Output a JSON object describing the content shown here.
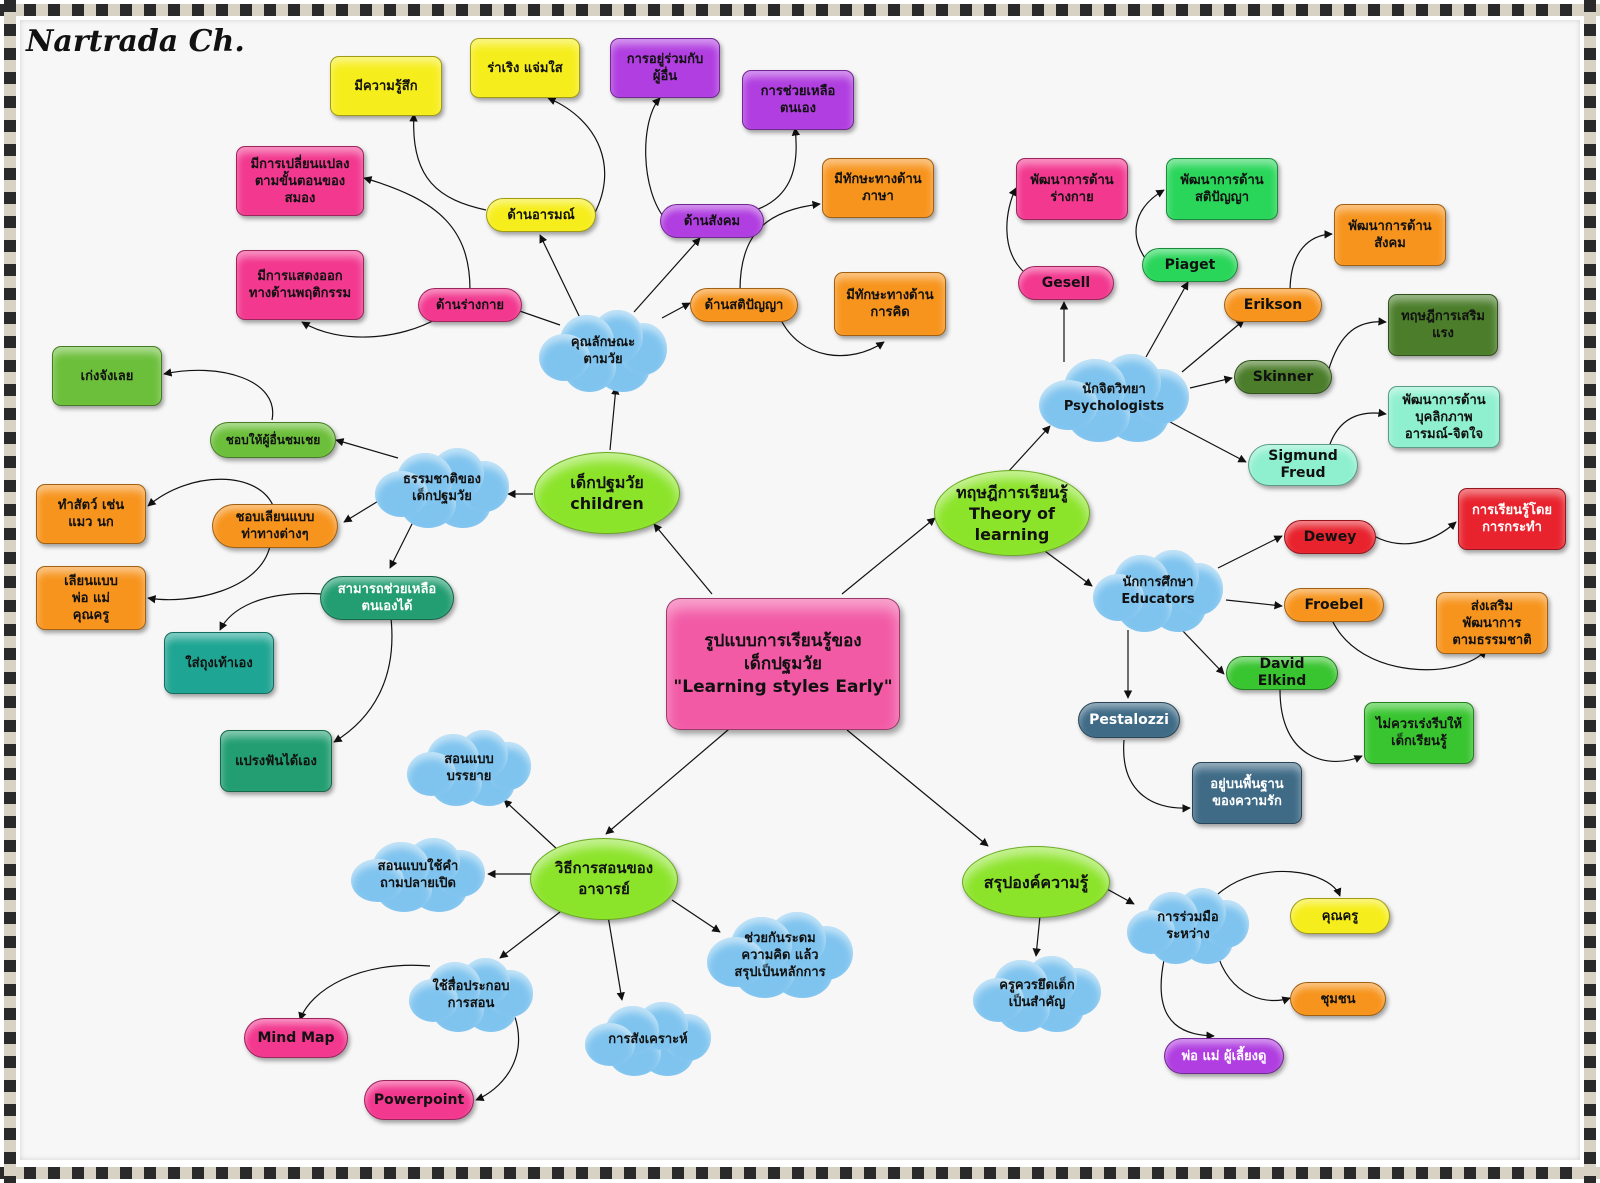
{
  "author": "Nartrada Ch.",
  "colors": {
    "pink": "#f2388f",
    "yellow": "#f6ee1c",
    "purple": "#b03ee0",
    "orange": "#f7941d",
    "green_olive": "#6cbf3a",
    "lime": "#8ce42a",
    "teal": "#1fa593",
    "teal_dark": "#239e72",
    "bright_green": "#29d65a",
    "dark_olive": "#4b7d2a",
    "mint": "#8ff0cf",
    "red": "#e8232e",
    "green": "#39c530",
    "slate": "#3f6b86",
    "cloud": "#7fc4ef",
    "center": "#f25aa6"
  },
  "center": {
    "label": "รูปแบบการเรียนรู้ของ\nเด็กปฐมวัย\n\"Learning styles Early\""
  },
  "main": {
    "children": "เด็กปฐมวัย\nchildren",
    "theory": "ทฤษฎีการเรียนรู้\nTheory of\nlearning",
    "teaching": "วิธีการสอนของ\nอาจารย์",
    "summary": "สรุปองค์ความรู้"
  },
  "clouds": {
    "characteristics": "คุณลักษณะ\nตามวัย",
    "nature": "ธรรมชาติของ\nเด็กปฐมวัย",
    "psychologists": "นักจิตวิทยา\nPsychologists",
    "educators": "นักการศึกษา\nEducators",
    "lecture": "สอนแบบ\nบรรยาย",
    "questions": "สอนแบบใช้คำ\nถามปลายเปิด",
    "brainstorm": "ช่วยกันระดม\nความคิด แล้ว\nสรุปเป็นหลักการ",
    "media": "ใช้สื่อประกอบ\nการสอน",
    "synthesis": "การสังเคราะห์",
    "child_center": "ครูควรยึดเด็ก\nเป็นสำคัญ",
    "cooperation": "การร่วมมือ\nระหว่าง"
  },
  "nodes": {
    "feelings": "มีความรู้สึก",
    "cheerful": "ร่าเริง แจ่มใส",
    "together": "การอยู่ร่วมกับ\nผู้อื่น",
    "self_help": "การช่วยเหลือ\nตนเอง",
    "brain_change": "มีการเปลี่ยนแปลง\nตามขั้นตอนของ\nสมอง",
    "emotion": "ด้านอารมณ์",
    "social": "ด้านสังคม",
    "language": "มีทักษะทางด้าน\nภาษา",
    "behavior": "มีการแสดงออก\nทางด้านพฤติกรรม",
    "physical": "ด้านร่างกาย",
    "intellect": "ด้านสติปัญญา",
    "thinking": "มีทักษะทางด้าน\nการคิด",
    "awesome": "เก่งจังเลย",
    "praise": "ชอบให้ผู้อื่นชมเชย",
    "animals": "ทำสัตว์ เช่น\nแมว นก",
    "imitate": "ชอบเลียนแบบ\nท่าทางต่างๆ",
    "parents": "เลียนแบบ\nพ่อ แม่\nคุณครู",
    "can_help": "สามารถช่วยเหลือ\nตนเองได้",
    "socks": "ใส่ถุงเท้าเอง",
    "brush": "แปรงฟันได้เอง",
    "phys_dev": "พัฒนาการด้าน\nร่างกาย",
    "intel_dev": "พัฒนาการด้าน\nสติปัญญา",
    "social_dev": "พัฒนาการด้าน\nสังคม",
    "gesell": "Gesell",
    "piaget": "Piaget",
    "erikson": "Erikson",
    "reinforce": "ทฤษฎีการเสริม\nแรง",
    "skinner": "Skinner",
    "personality": "พัฒนาการด้าน\nบุคลิกภาพ\nอารมณ์-จิตใจ",
    "freud": "Sigmund\nFreud",
    "dewey": "Dewey",
    "learn_doing": "การเรียนรู้โดย\nการกระทำ",
    "froebel": "Froebel",
    "nature_dev": "ส่งเสริมพัฒนาการ\nตามธรรมชาติ",
    "elkind": "David Elkind",
    "no_rush": "ไม่ควรเร่งรีบให้\nเด็กเรียนรู้",
    "pestalozzi": "Pestalozzi",
    "love": "อยู่บนพื้นฐาน\nของความรัก",
    "mindmap": "Mind Map",
    "powerpoint": "Powerpoint",
    "teacher": "คุณครู",
    "community": "ชุมชน",
    "guardians": "พ่อ แม่  ผู้เลี้ยงดู"
  }
}
